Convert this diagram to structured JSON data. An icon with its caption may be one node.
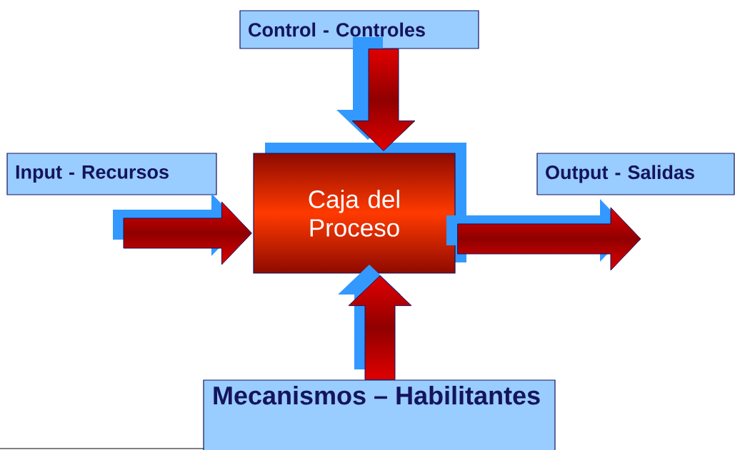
{
  "diagram": {
    "nodes": [
      {
        "text": [
          "Control - Controles"
        ]
      },
      {
        "text": [
          "Input - Recursos"
        ]
      },
      {
        "text": [
          "Caja del Proceso"
        ]
      },
      {
        "text": [
          "Output - Salidas"
        ]
      },
      {
        "text": [
          "Mecanismos – Habilitantes"
        ]
      }
    ],
    "edges": [
      {
        "from": 0,
        "to": 2,
        "arrow": "to"
      },
      {
        "from": null,
        "to": 2,
        "arrow": "to"
      },
      {
        "from": 2,
        "to": null,
        "arrow": "to"
      },
      {
        "from": 4,
        "to": 2,
        "arrow": "to"
      }
    ]
  }
}
